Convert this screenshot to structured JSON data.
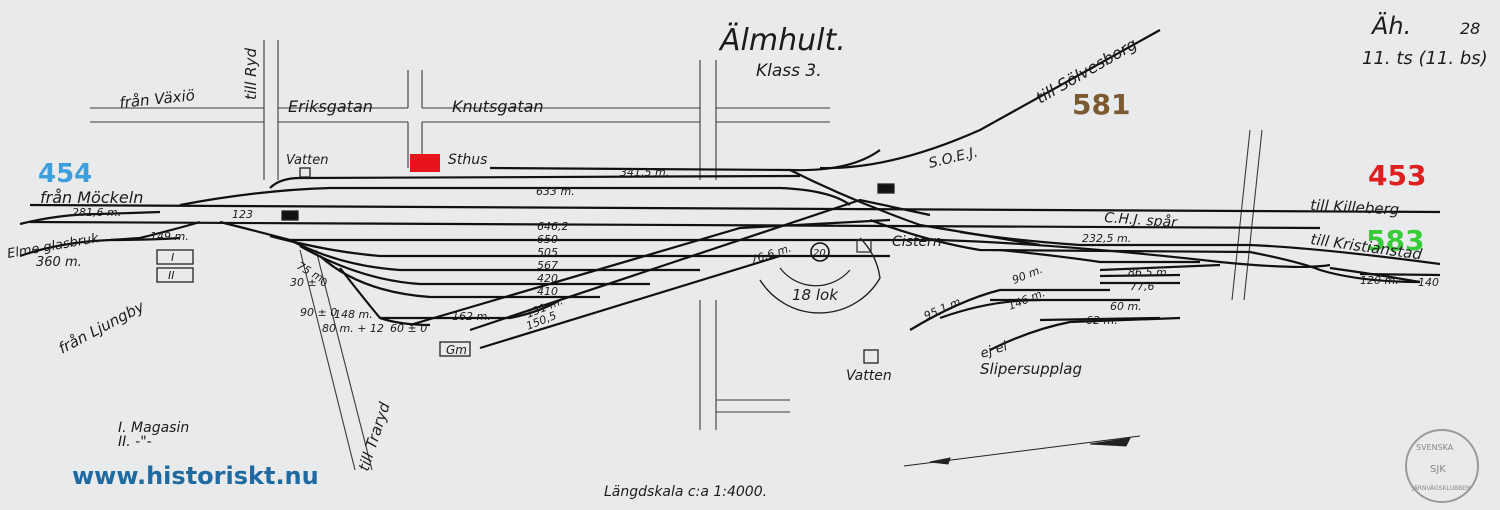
{
  "title": "Älmhult.",
  "subtitle": "Klass 3.",
  "corner": {
    "code": "Äh.",
    "number": "28",
    "note": "11. ts (11. bs)"
  },
  "route_numbers": {
    "r454": {
      "text": "454",
      "color": "#3a9fdc"
    },
    "r581": {
      "text": "581",
      "color": "#7a5a2e"
    },
    "r453": {
      "text": "453",
      "color": "#e02020"
    },
    "r583": {
      "text": "583",
      "color": "#39cc39"
    }
  },
  "station_building_color": "#e8141b",
  "labels": {
    "fran_vaxio": "från Växiö",
    "till_ryd": "till Ryd",
    "eriksgatan": "Eriksgatan",
    "knutsgatan": "Knutsgatan",
    "till_solvesborg": "till Sölvesborg",
    "soej": "S.O.E.J.",
    "vatten1": "Vatten",
    "sthus": "Sthus",
    "fran_mockeln": "från Möckeln",
    "till_killeberg": "till Killeberg",
    "chj_spar": "C.H.J. spår",
    "till_kristianstad": "till Kristianstad",
    "elme": "Elme glasbruk",
    "elme_len": "360 m.",
    "fran_ljungby": "från Ljungby",
    "cistern": "Cistern",
    "lok": "18 lok",
    "turntable": "20",
    "gm": "Gm",
    "vatten2": "Vatten",
    "ej_el": "ej el",
    "slipersupplag": "Slipersupplag",
    "till_traryd": "till Traryd",
    "scale": "Längdskala c:a 1:4000."
  },
  "track_lengths": {
    "t341": "341,5 m.",
    "t633": "633 m.",
    "t6462": "646,2",
    "t650": "650",
    "t505": "505",
    "t567": "567",
    "t420": "420",
    "t410": "410",
    "t2816": "281,6 m.",
    "t123": "123",
    "t149": "149 m.",
    "t2325": "232,5 m.",
    "t766": "76,6 m.",
    "t90": "90 m.",
    "t865": "86,5 m.",
    "t776": "77,6",
    "t951": "95,1 m.",
    "t146": "146 m.",
    "t60a": "60 m.",
    "t62": "62 m.",
    "t162": "162 m.",
    "t131": "131 m.",
    "t1505": "150,5",
    "t148": "148 m.",
    "t80": "80 m. + 12",
    "t60b": "60 ± 0",
    "t75": "75 m.",
    "t30": "30 ± 0",
    "t90b": "90 ± 0",
    "t120": "120 m.",
    "t140": "140"
  },
  "legend": {
    "mag1": "I. Magasin",
    "mag2": "II.   -\"-"
  },
  "buildings": {
    "b1": "I",
    "b2": "II"
  },
  "website": "www.historiskt.nu",
  "stamp": {
    "top": "SVENSKA",
    "middle": "SJK",
    "bottom": "JÄRNVÄGSKLUBBEN"
  }
}
